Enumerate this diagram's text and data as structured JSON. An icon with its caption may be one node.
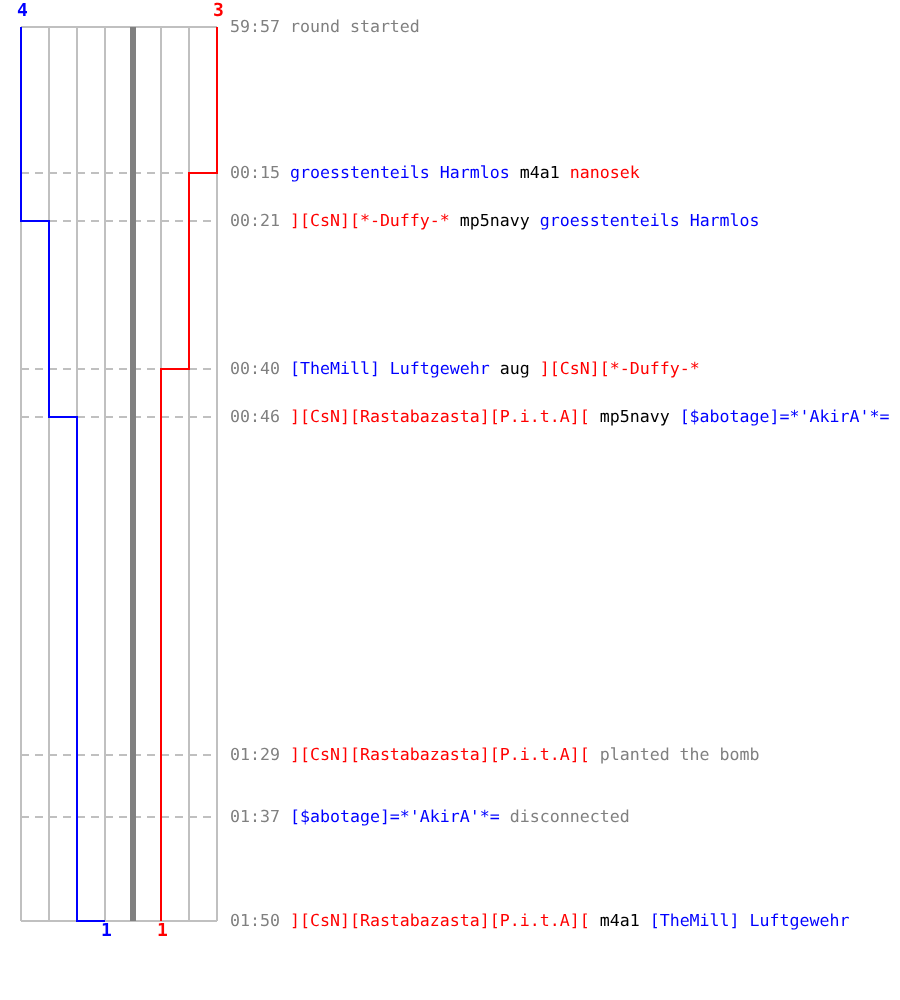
{
  "diagram": {
    "labels": [
      "4",
      "3",
      "59:57",
      "round started",
      "00:15",
      "groesstenteils Harmlos",
      "m4a1",
      "nanosek",
      "00:21",
      "][CsN][*-Duffy-*",
      "mp5navy",
      "groesstenteils Harmlos",
      "00:40",
      "[TheMill] Luftgewehr",
      "aug",
      "][CsN][*-Duffy-*",
      "00:46",
      "][CsN][Rastabazasta][P.i.t.A][",
      "mp5navy",
      "[$abotage]=*'AkirA'*=",
      "01:29",
      "][CsN][Rastabazasta][P.i.t.A][",
      "planted the bomb",
      "01:37",
      "[$abotage]=*'AkirA'*=",
      "disconnected",
      "1",
      "1",
      "01:50",
      "][CsN][Rastabazasta][P.i.t.A][",
      "m4a1",
      "[TheMill] Luftgewehr"
    ]
  }
}
